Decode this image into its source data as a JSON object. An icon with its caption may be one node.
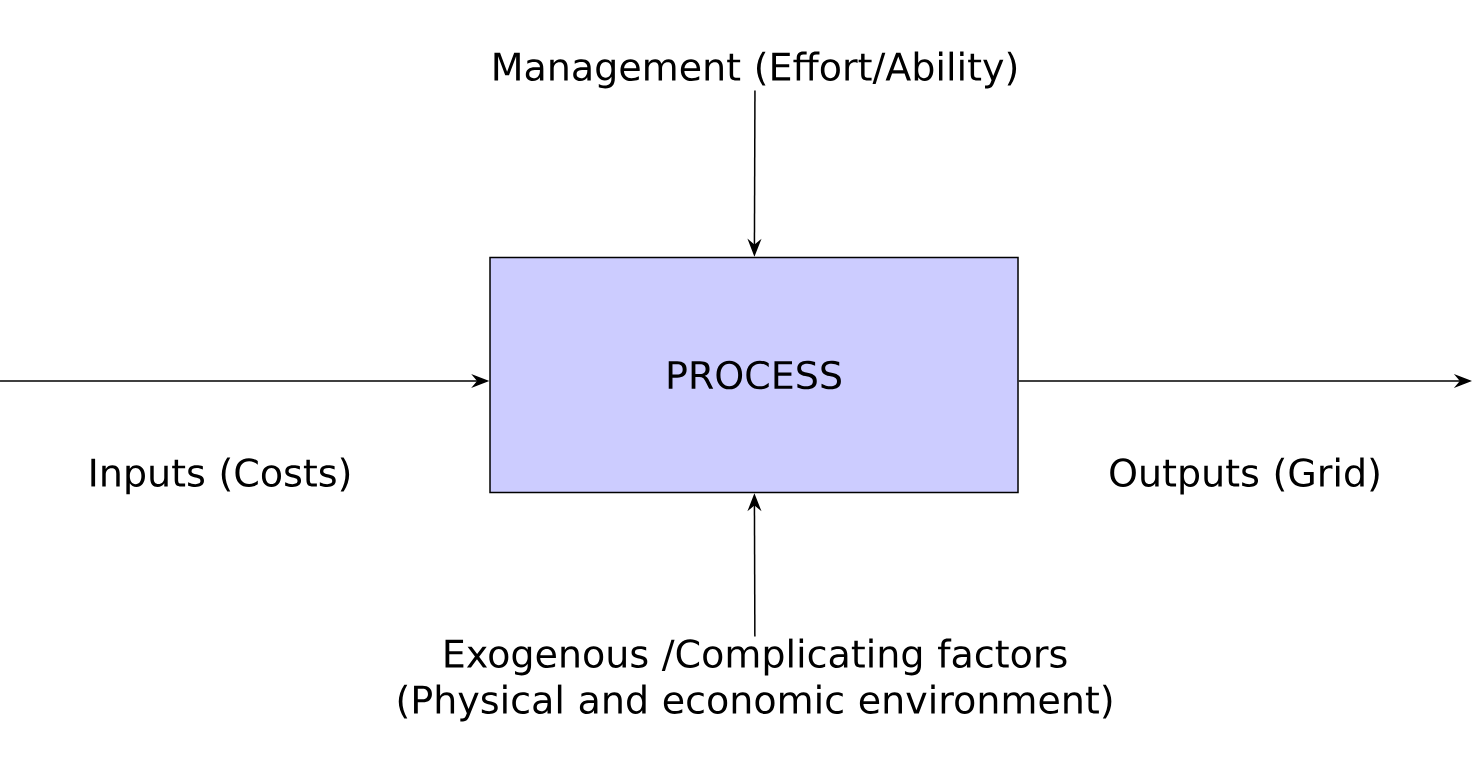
{
  "diagram": {
    "nodes": [
      {
        "text": [
          "PROCESS"
        ]
      },
      {
        "text": [
          "Management (Effort/Ability)"
        ]
      },
      {
        "text": [
          "Exogenous /Complicating factors (Physical and economic environment)"
        ]
      }
    ],
    "edges": [
      {
        "from": 1,
        "to": 0,
        "arrow": "to"
      },
      {
        "from": 2,
        "to": 0,
        "arrow": "to"
      },
      {
        "from": null,
        "to": 0,
        "arrow": "to",
        "label": "Inputs (Costs)"
      },
      {
        "from": 0,
        "to": null,
        "arrow": "to",
        "label": "Outputs (Grid)"
      }
    ]
  }
}
